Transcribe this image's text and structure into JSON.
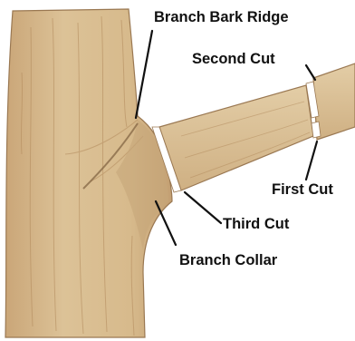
{
  "labels": {
    "branch_bark_ridge": "Branch Bark Ridge",
    "second_cut": "Second Cut",
    "first_cut": "First Cut",
    "third_cut": "Third Cut",
    "branch_collar": "Branch Collar"
  },
  "colors": {
    "bark_fill": "#dcc297",
    "bark_shadow": "#b28a5c",
    "bark_stroke": "#9a7852",
    "text": "#111111",
    "background": "#ffffff"
  }
}
